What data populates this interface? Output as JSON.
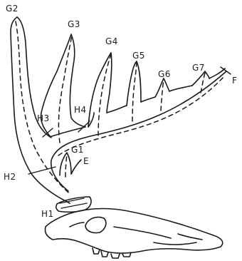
{
  "labels": {
    "g2": "G2",
    "g3": "G3",
    "g4": "G4",
    "g5": "G5",
    "g6": "G6",
    "g7": "G7",
    "f": "F",
    "h1": "H1",
    "h2": "H2",
    "h3": "H3",
    "h4": "H4",
    "g1": "G1",
    "e": "E"
  },
  "colors": {
    "ink": "#1a1a1a",
    "paper": "#ffffff"
  }
}
